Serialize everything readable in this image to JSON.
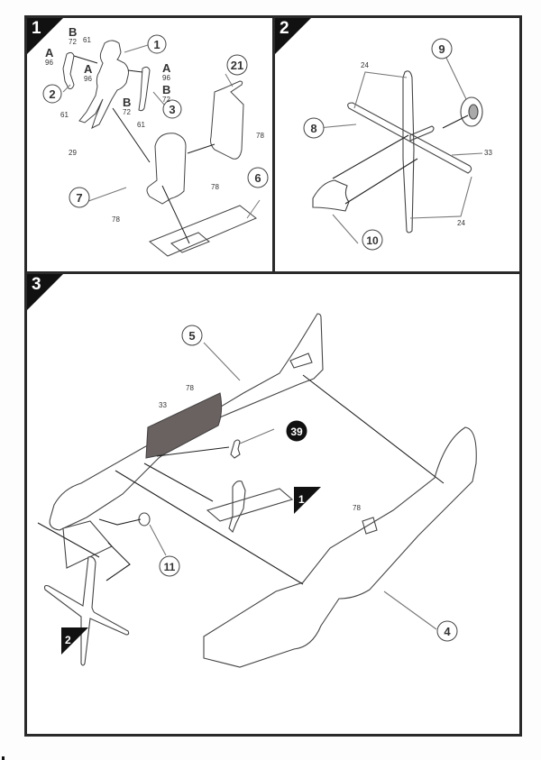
{
  "document": {
    "type": "Model kit assembly instructions",
    "steps": [
      {
        "number": "1",
        "callouts": {
          "pilot_body": "1",
          "left_arm": "2",
          "right_arm": "3",
          "seat_back": "21",
          "seat": "7",
          "floor": "6"
        },
        "paint_codes": {
          "letter_a": "A",
          "letter_b": "B",
          "c96": "96",
          "c72": "72",
          "c61": "61",
          "c29": "29",
          "c78": "78"
        }
      },
      {
        "number": "2",
        "callouts": {
          "propeller": "8",
          "hub": "9",
          "spinner": "10"
        },
        "paint_codes": {
          "tips": "24",
          "blades": "33"
        }
      },
      {
        "number": "3",
        "callouts": {
          "fuselage_left": "5",
          "fuselage_right": "4",
          "engine_part": "11",
          "control_stick": "39"
        },
        "paint_codes": {
          "interior": "78",
          "detail": "33",
          "right_interior": "78"
        },
        "subassembly_refs": {
          "pilot_seat": "1",
          "propeller": "2"
        }
      }
    ]
  }
}
